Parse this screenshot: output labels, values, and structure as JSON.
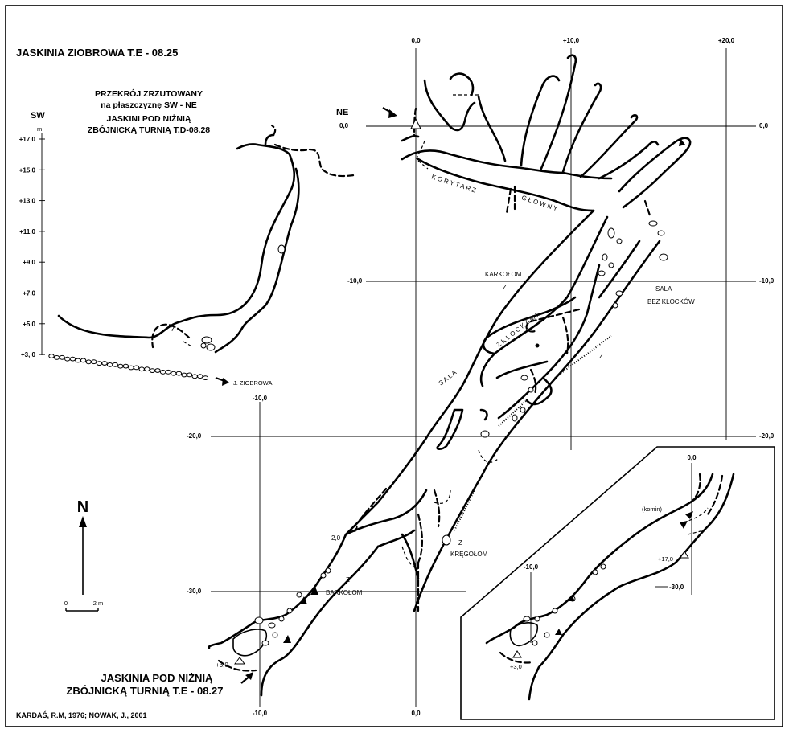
{
  "titles": {
    "main": "JASKINIA ZIOBROWA  T.E - 08.25",
    "section": [
      "PRZEKRÓJ ZRZUTOWANY",
      "na płaszczyznę SW - NE",
      "JASKINI POD NIŻNIĄ",
      "ZBÓJNICKĄ TURNIĄ T.D-08.28"
    ],
    "cave_lower": [
      "JASKINIA POD NIŻNIĄ",
      "ZBÓJNICKĄ TURNIĄ  T.E - 08.27"
    ],
    "authors": "KARDAŚ, R.M, 1976; NOWAK, J., 2001"
  },
  "section_axis": {
    "sw": "SW",
    "unit": "m",
    "ticks": [
      "+17,0",
      "+15,0",
      "+13,0",
      "+11,0",
      "+9,0",
      "+7,0",
      "+5,0",
      "+3, 0"
    ],
    "entrance": "J. ZIOBROWA",
    "question": "?"
  },
  "plan_grid": {
    "top": [
      "0,0",
      "+10,0",
      "+20,0"
    ],
    "left": [
      "0,0",
      "-10,0",
      "-20,0",
      "-30,0"
    ],
    "right": [
      "0,0",
      "-10,0",
      "-20,0"
    ],
    "lower_x": [
      "-10,0",
      "-10,0",
      "0,0"
    ],
    "ne": "NE"
  },
  "labels": {
    "korytarz": "K O R Y T A R Z",
    "glowny": "G Ł Ó W N Y",
    "karkolom": "KARKOŁOM",
    "sala_bez": [
      "SALA",
      "BEZ  KLOCKÓW"
    ],
    "z_klockami": "Z  K L O C K A M I",
    "sala": "S A L A",
    "kregolom": "KRĘGOŁOM",
    "barkolom": "BARKOŁOM",
    "z": "Z",
    "elev_2": "2,0",
    "elev_3": "+3,0",
    "question": "?"
  },
  "inset": {
    "x0": "0,0",
    "x_10": "-10,0",
    "y_30": "-30,0",
    "komin": "(komin)",
    "elev_17": "+17,0",
    "elev_3": "+3,0"
  },
  "north": {
    "letter": "N",
    "scale0": "0",
    "scale2": "2 m"
  }
}
